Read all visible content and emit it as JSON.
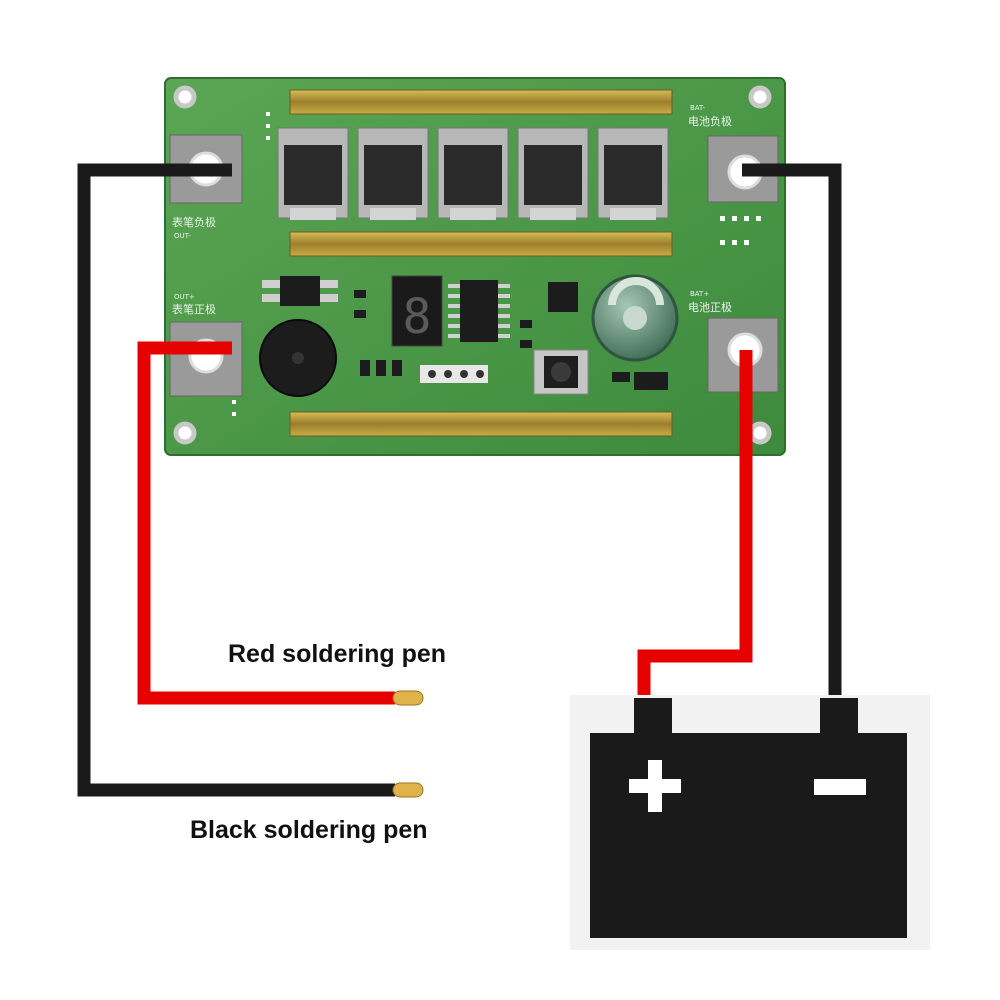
{
  "board": {
    "silkscreen": {
      "pen_negative_cn": "表笔负极",
      "pen_negative_en": "OUT-",
      "pen_positive_cn": "表笔正极",
      "pen_positive_en": "OUT+",
      "bat_negative_cn": "电池负极",
      "bat_negative_en": "BAT-",
      "bat_positive_cn": "电池正极",
      "bat_positive_en": "BAT+"
    },
    "display_digit": "8",
    "colors": {
      "pcb": "#4f9a4c",
      "bus_bar": "#b89a3a",
      "red_wire": "#e60000",
      "black_wire": "#1a1a1a"
    }
  },
  "labels": {
    "red_pen": "Red soldering pen",
    "black_pen": "Black soldering pen"
  },
  "battery": {
    "plus": "+",
    "minus": "−"
  }
}
